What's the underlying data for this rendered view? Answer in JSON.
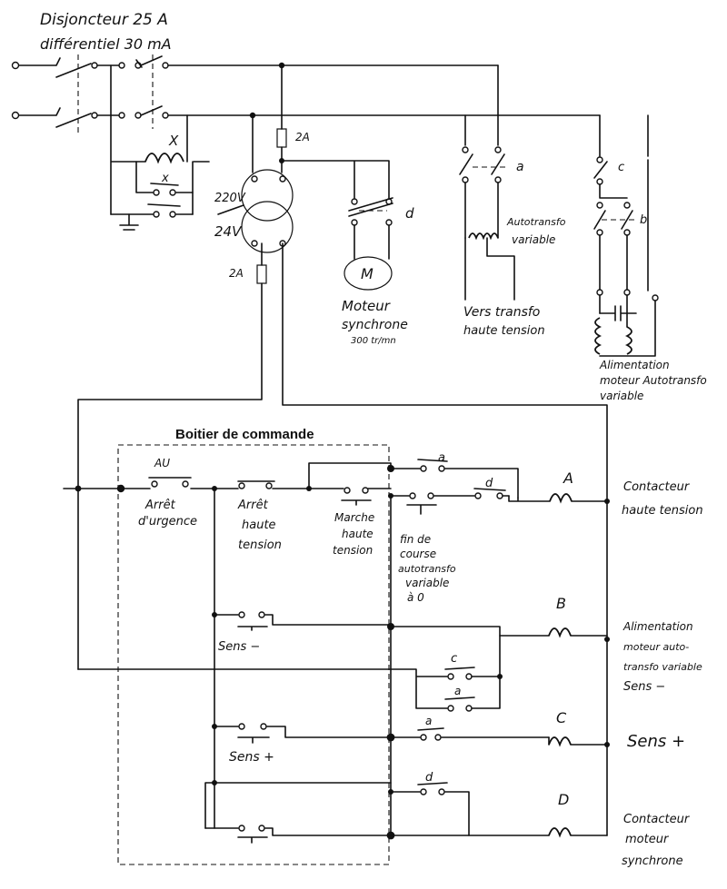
{
  "labels": {
    "breaker_l1": "Disjoncteur 25 A",
    "breaker_l2": "différentiel 30 mA",
    "relay_x": "X",
    "contact_x": "x",
    "fuse_top": "2A",
    "fuse_bottom": "2A",
    "volt_220": "220V",
    "volt_24": "24V",
    "contact_d_top": "d",
    "contact_a_top": "a",
    "contact_c_top": "c",
    "contact_b_top": "b",
    "motor_letter": "M",
    "motor_l1": "Moteur",
    "motor_l2": "synchrone",
    "motor_l3": "300 tr/mn",
    "autotransfo_l1": "Autotransfo",
    "autotransfo_l2": "variable",
    "vers_l1": "Vers transfo",
    "vers_l2": "haute tension",
    "alim_top_l1": "Alimentation",
    "alim_top_l2": "moteur Autotransfo",
    "alim_top_l3": "variable",
    "box_title": "Boitier de commande",
    "au": "AU",
    "arret_urg_l1": "Arrêt",
    "arret_urg_l2": "d'urgence",
    "arret_ht_l1": "Arrêt",
    "arret_ht_l2": "haute",
    "arret_ht_l3": "tension",
    "marche_l1": "Marche",
    "marche_l2": "haute",
    "marche_l3": "tension",
    "fin_l1": "fin de",
    "fin_l2": "course",
    "fin_l3": "autotransfo",
    "fin_l4": "variable",
    "fin_l5": "à 0",
    "contact_a_ctrl": "a",
    "contact_d_ctrl": "d",
    "coil_a": "A",
    "coil_b": "B",
    "coil_c": "C",
    "coil_d": "D",
    "contacteur_ht_l1": "Contacteur",
    "contacteur_ht_l2": "haute tension",
    "sens_minus": "Sens −",
    "sens_plus": "Sens +",
    "contact_c_b": "c",
    "contact_a_b": "a",
    "contact_a_c": "a",
    "contact_d_d": "d",
    "alim_b_l1": "Alimentation",
    "alim_b_l2": "moteur auto-",
    "alim_b_l3": "transfo variable",
    "alim_b_l4": "Sens −",
    "sens_plus_right": "Sens +",
    "contacteur_ms_l1": "Contacteur",
    "contacteur_ms_l2": "moteur",
    "contacteur_ms_l3": "synchrone"
  }
}
